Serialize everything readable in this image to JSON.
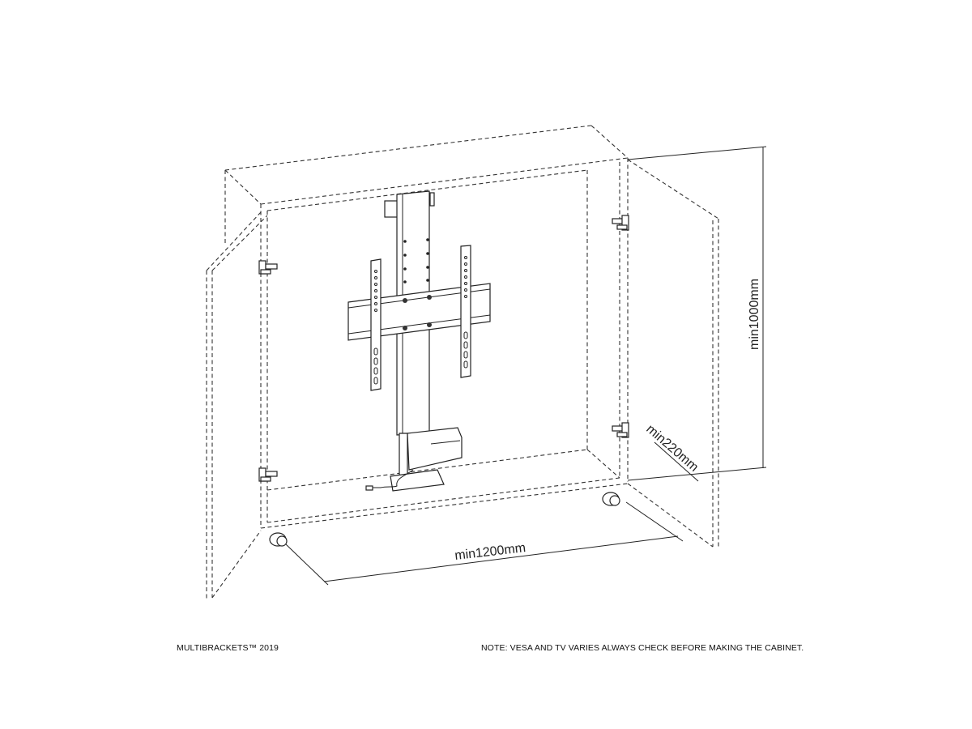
{
  "diagram": {
    "dimensions": {
      "height": "min1000mm",
      "width": "min1200mm",
      "depth": "min220mm"
    }
  },
  "footer": {
    "brand": "MULTIBRACKETS™ 2019",
    "note": "NOTE: VESA AND TV VARIES ALWAYS CHECK BEFORE MAKING THE CABINET."
  }
}
